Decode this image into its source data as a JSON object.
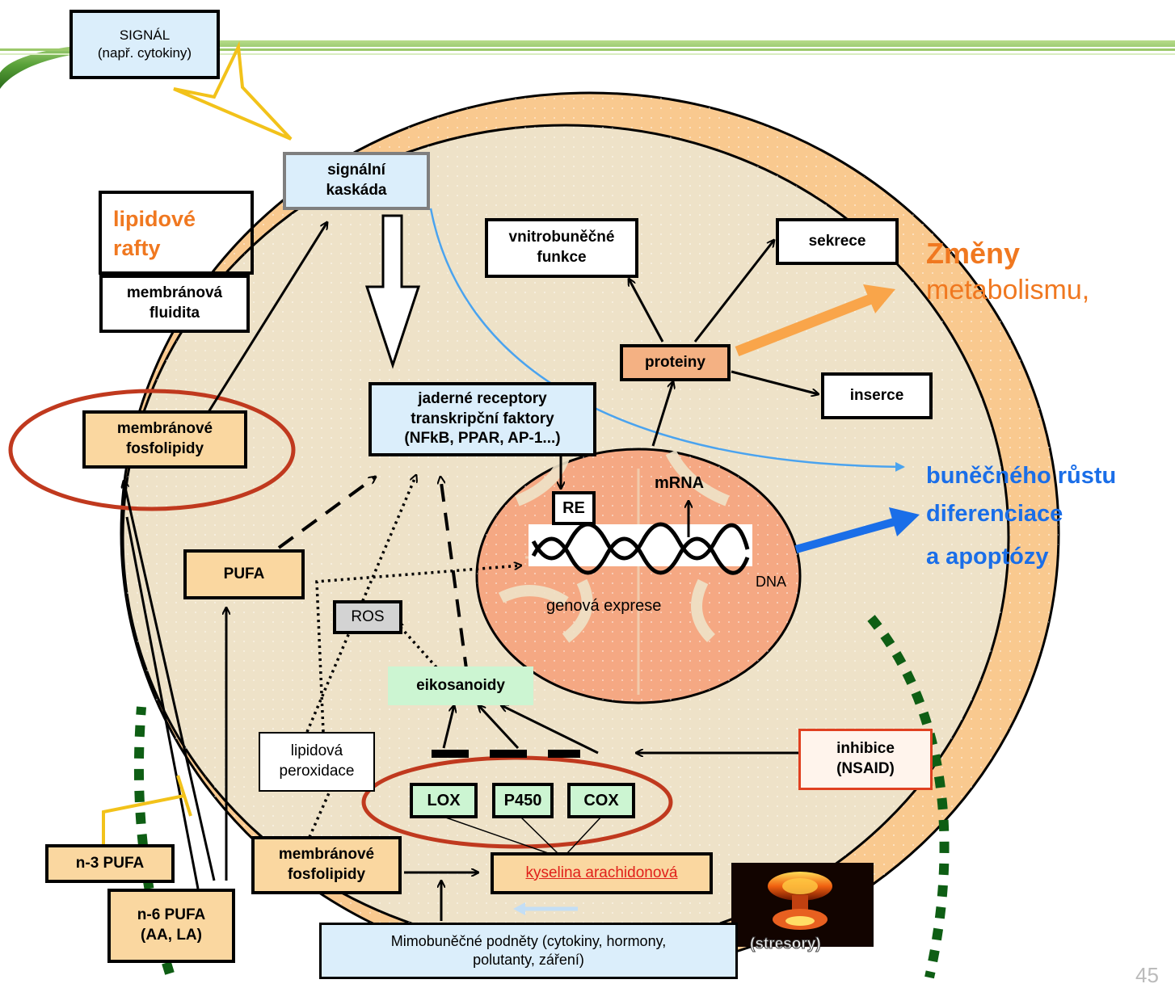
{
  "signal": "SIGNÁL\n(např. cytokiny)",
  "signal_cascade": "signální\nkaskáda",
  "lipid_rafts": "lipidové\nrafty",
  "membrane_fluidity": "membránová\nfluidita",
  "membrane_phospholipids_top": "membránové\nfosfolipidy",
  "intracellular_functions": "vnitrobuněčné\nfunkce",
  "secretion": "sekrece",
  "proteins": "proteiny",
  "insertion": "inserce",
  "nuclear_receptors": "jaderné receptory\ntranskripční faktory\n(NFkB, PPAR, AP-1...)",
  "re": "RE",
  "mrna": "mRNA",
  "dna": "DNA",
  "gene_expression": "genová exprese",
  "pufa": "PUFA",
  "ros": "ROS",
  "eicosanoids": "eikosanoidy",
  "lipid_peroxidation": "lipidová\nperoxidace",
  "lox": "LOX",
  "p450": "P450",
  "cox": "COX",
  "inhibition": "inhibice\n(NSAID)",
  "membrane_phospholipids_bottom": "membránové\nfosfolipidy",
  "arachidonic_acid": "kyselina arachidonová",
  "n3_pufa": "n-3 PUFA",
  "n6_pufa": "n-6 PUFA\n(AA, LA)",
  "external_stimuli": "Mimobuněčné podněty (cytokiny, hormony,\npolutanty, záření)",
  "stressors": "(stresory)",
  "changes_word": "Změny",
  "metabolism": "metabolismu,",
  "cell_growth": "buněčného růstu",
  "differentiation": "diferenciace",
  "apoptosis": "a apoptózy",
  "page_number": "45",
  "colors": {
    "cell_membrane": "#f9c98f",
    "cytoplasm": "#eee2c8",
    "nucleus_blob": "#f5a883",
    "orange_text": "#f07820",
    "blue_text": "#1a6ee8",
    "red_ellipse": "#c0391e",
    "dark_green": "#0e5e14",
    "yellow": "#f2c21a"
  }
}
